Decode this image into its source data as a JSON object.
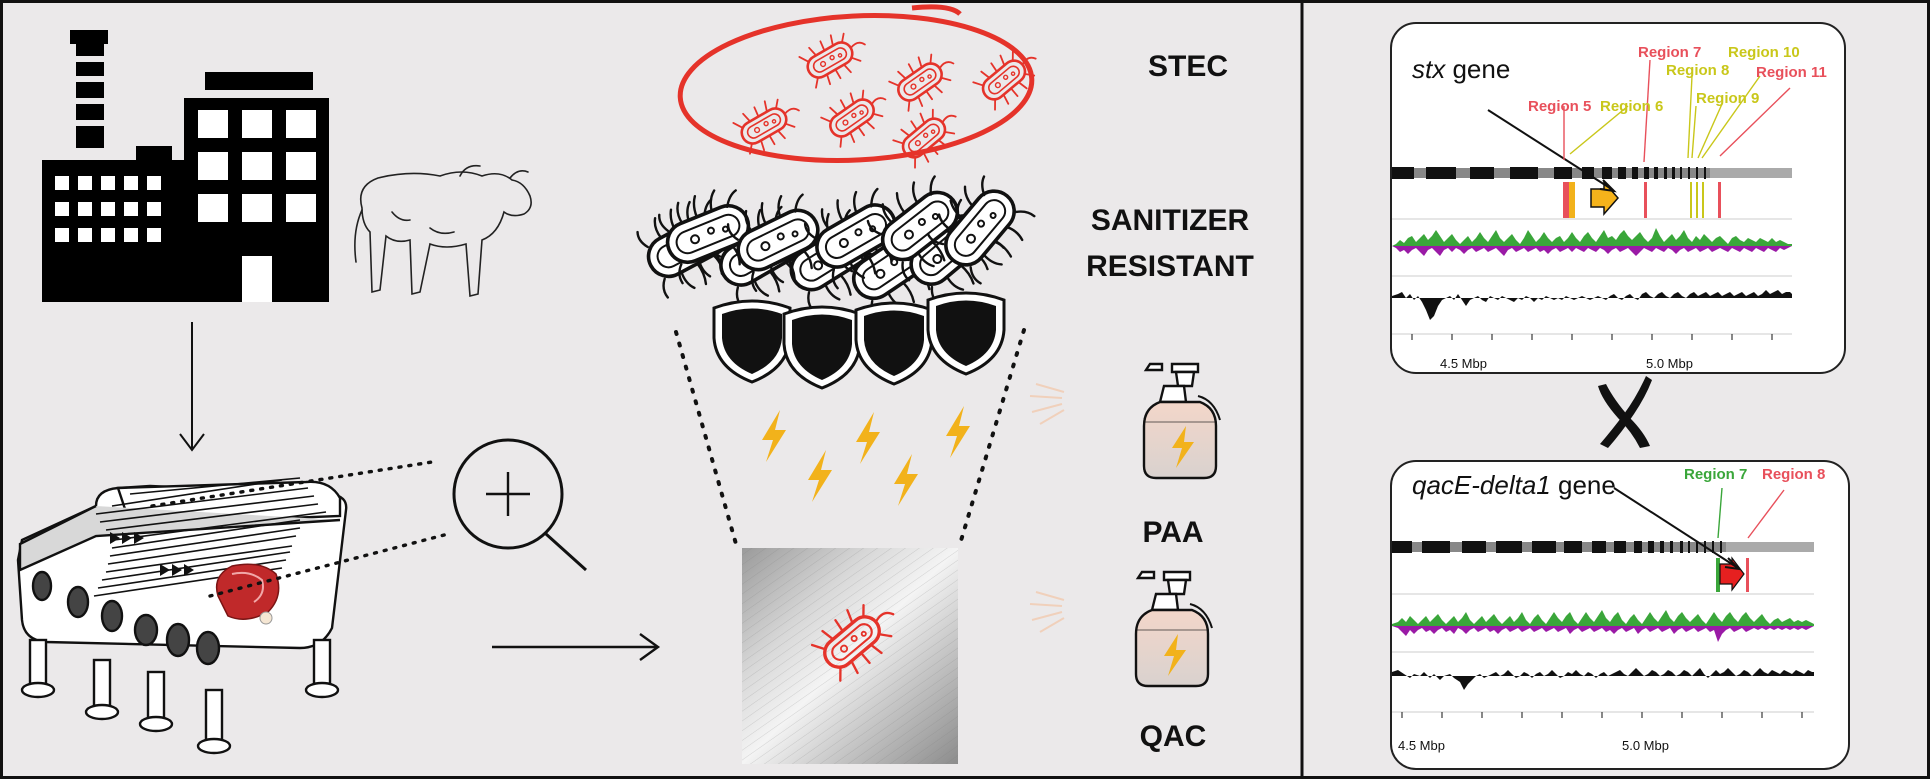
{
  "labels": {
    "stec": "STEC",
    "sanitizer_resistant": "SANITIZER\nRESISTANT",
    "paa": "PAA",
    "qac": "QAC"
  },
  "top_panel": {
    "gene_name": "stx",
    "gene_suffix": " gene",
    "regions": [
      {
        "label": "Region 5",
        "color": "#e8505b"
      },
      {
        "label": "Region 6",
        "color": "#c9c71a"
      },
      {
        "label": "Region 7",
        "color": "#e8505b"
      },
      {
        "label": "Region 8",
        "color": "#c9c71a"
      },
      {
        "label": "Region 9",
        "color": "#c9c71a"
      },
      {
        "label": "Region 10",
        "color": "#c9c71a"
      },
      {
        "label": "Region 11",
        "color": "#e8505b"
      }
    ],
    "axis_ticks": [
      "4.5 Mbp",
      "5.0 Mbp"
    ]
  },
  "bottom_panel": {
    "gene_name": "qacE-delta1",
    "gene_suffix": " gene",
    "regions": [
      {
        "label": "Region 7",
        "color": "#3aa63a"
      },
      {
        "label": "Region 8",
        "color": "#e8505b"
      }
    ],
    "axis_ticks": [
      "4.5 Mbp",
      "5.0 Mbp"
    ]
  },
  "colors": {
    "background": "#ebe9ea",
    "bacteria_red": "#e5332a",
    "gc_positive": "#3aa63a",
    "gc_negative": "#9a1aa6",
    "arrow_yellow": "#f5b31b",
    "arrow_red": "#e62020",
    "lightning": "#f2b21b"
  },
  "icons": [
    "factory-icon",
    "cow-icon",
    "conveyor-icon",
    "meat-icon",
    "magnifier-icon",
    "bacteria-icon",
    "shield-icon",
    "lightning-icon",
    "spray-bottle-icon",
    "cross-icon"
  ]
}
